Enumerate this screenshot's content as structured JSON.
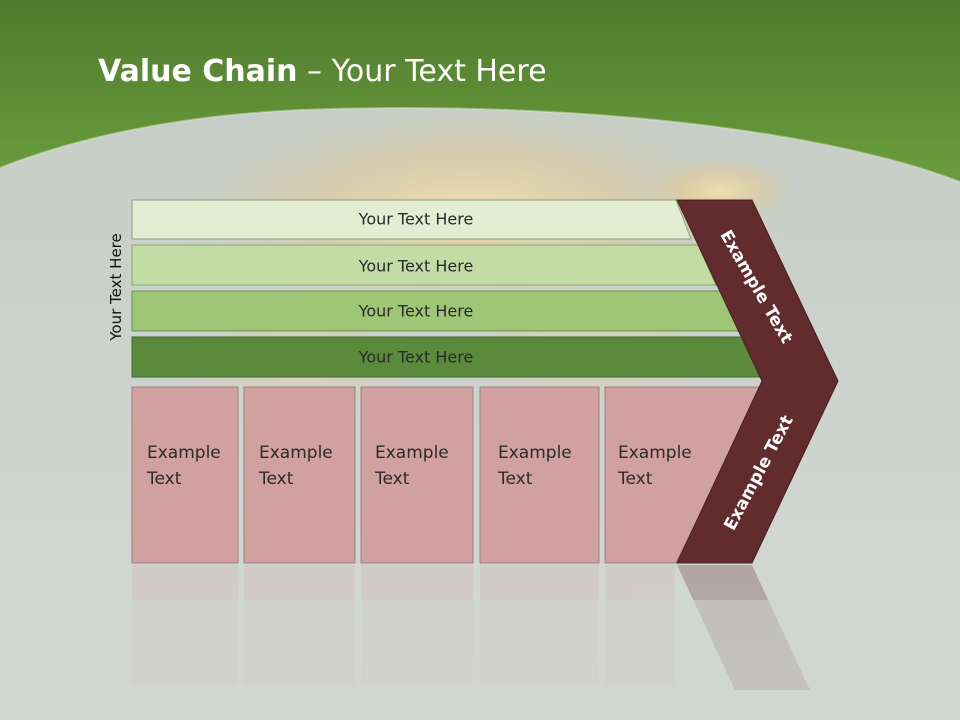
{
  "title": {
    "bold": "Value Chain",
    "rest": " – Your Text Here"
  },
  "side_label": "Your Text Here",
  "bars": [
    {
      "label": "Your Text Here",
      "color": "#e2edd3"
    },
    {
      "label": "Your Text Here",
      "color": "#c3dca5"
    },
    {
      "label": "Your Text Here",
      "color": "#9fc677"
    },
    {
      "label": "Your Text Here",
      "color": "#5b8a3c"
    }
  ],
  "columns": [
    {
      "line1": "Example",
      "line2": "Text"
    },
    {
      "line1": "Example",
      "line2": "Text"
    },
    {
      "line1": "Example",
      "line2": "Text"
    },
    {
      "line1": "Example",
      "line2": "Text"
    },
    {
      "line1": "Example",
      "line2": "Text"
    }
  ],
  "chevron": {
    "upper": "Example Text",
    "lower": "Example Text",
    "color": "#622b2d"
  },
  "colors": {
    "header_green": "#5f8f36",
    "column_fill": "#d1a0a0",
    "background": "#c9d0ca"
  }
}
